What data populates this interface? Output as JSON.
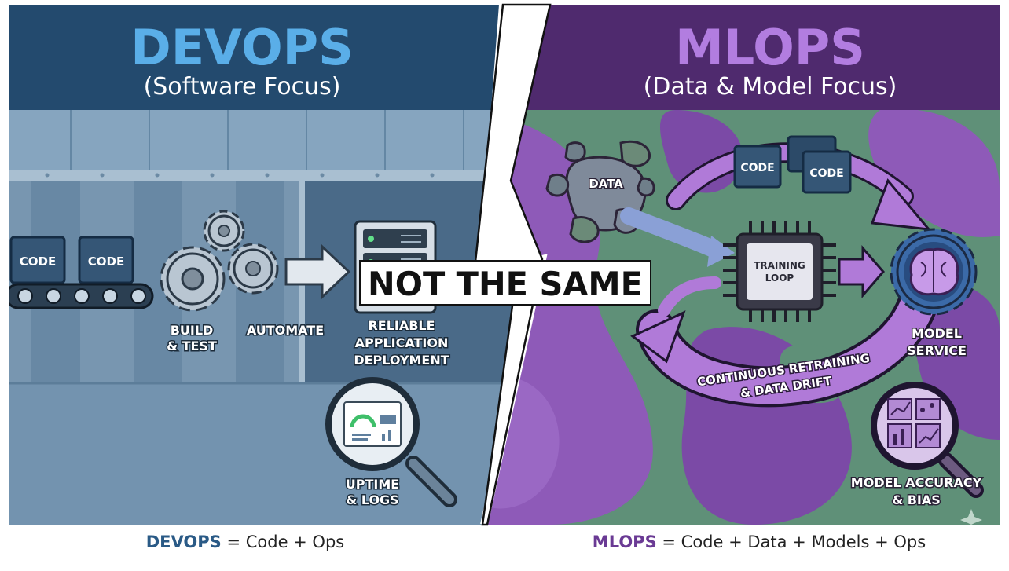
{
  "left": {
    "title": "DEVOPS",
    "subtitle": "(Software Focus)",
    "code_box_1": "CODE",
    "code_box_2": "CODE",
    "build_label_1": "BUILD",
    "build_label_2": "& TEST",
    "automate_label": "AUTOMATE",
    "deploy_label_1": "RELIABLE",
    "deploy_label_2": "APPLICATION",
    "deploy_label_3": "DEPLOYMENT",
    "monitor_label_1": "UPTIME",
    "monitor_label_2": "& LOGS"
  },
  "right": {
    "title": "MLOPS",
    "subtitle": "(Data & Model Focus)",
    "data_label": "DATA",
    "code_box_1": "CODE",
    "code_box_2": "CODE",
    "training_label_1": "TRAINING",
    "training_label_2": "LOOP",
    "service_label_1": "MODEL",
    "service_label_2": "SERVICE",
    "retrain_label_1": "CONTINUOUS RETRAINING",
    "retrain_label_2": "& DATA DRIFT",
    "monitor_label_1": "MODEL ACCURACY",
    "monitor_label_2": "& BIAS"
  },
  "center": {
    "banner": "NOT THE SAME"
  },
  "footer": {
    "left_bold": "DEVOPS",
    "left_rest": " = Code + Ops",
    "right_bold": "MLOPS",
    "right_rest": " = Code + Data + Models + Ops"
  },
  "colors": {
    "devops_header": "#234a6e",
    "devops_title": "#5aaee8",
    "devops_body": "#6d90ad",
    "mlops_header": "#4f2a6e",
    "mlops_title": "#b27de0",
    "mlops_purple": "#8e5ab8",
    "mlops_green": "#5f9078",
    "footer_devops": "#2a5a86",
    "footer_mlops": "#6a3a94"
  }
}
